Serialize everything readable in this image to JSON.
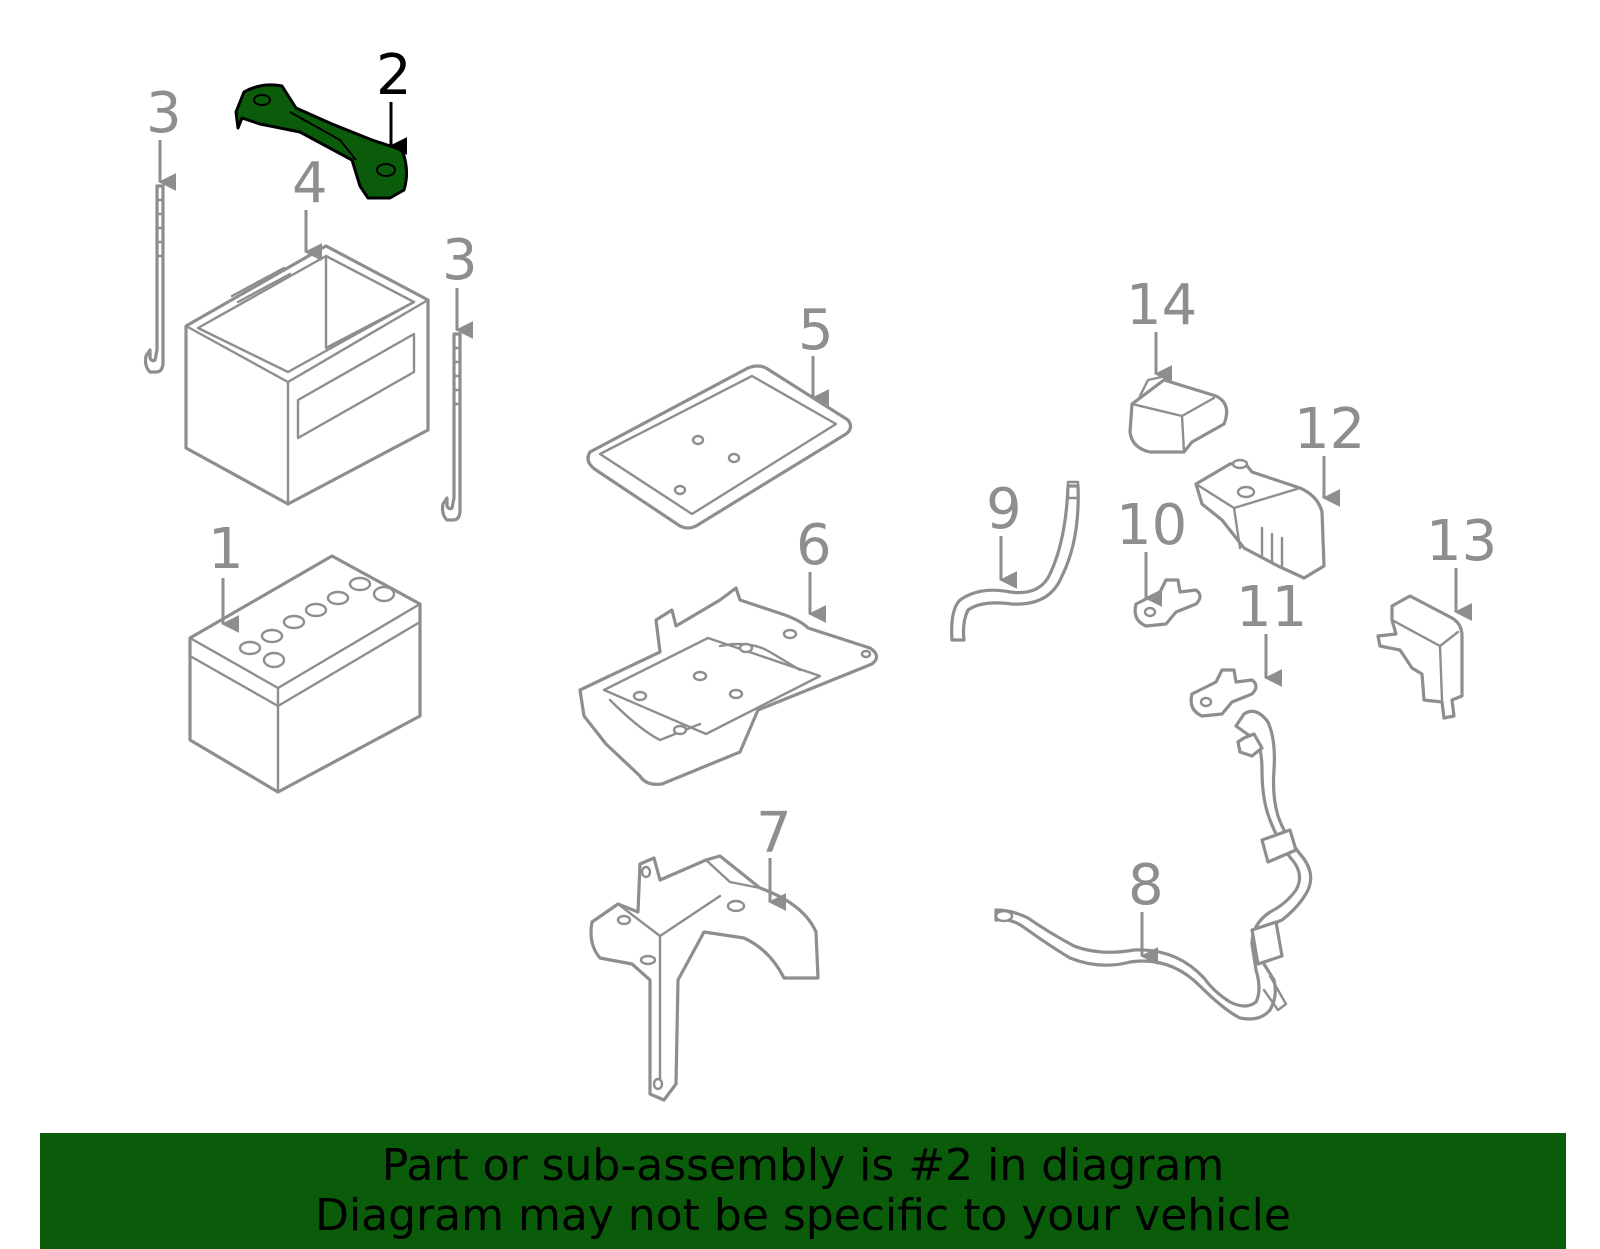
{
  "diagram": {
    "highlighted_callout": "2",
    "highlight_color": "#0a5c0a",
    "line_color": "#8e8e8e",
    "callouts": [
      {
        "id": "c1",
        "label": "1"
      },
      {
        "id": "c2",
        "label": "2"
      },
      {
        "id": "c3a",
        "label": "3"
      },
      {
        "id": "c3b",
        "label": "3"
      },
      {
        "id": "c4",
        "label": "4"
      },
      {
        "id": "c5",
        "label": "5"
      },
      {
        "id": "c6",
        "label": "6"
      },
      {
        "id": "c7",
        "label": "7"
      },
      {
        "id": "c8",
        "label": "8"
      },
      {
        "id": "c9",
        "label": "9"
      },
      {
        "id": "c10",
        "label": "10"
      },
      {
        "id": "c11",
        "label": "11"
      },
      {
        "id": "c12",
        "label": "12"
      },
      {
        "id": "c13",
        "label": "13"
      },
      {
        "id": "c14",
        "label": "14"
      }
    ]
  },
  "banner": {
    "line1": "Part or sub-assembly is #2 in diagram",
    "line2": "Diagram may not be specific to your vehicle",
    "background": "#0a5c0a"
  }
}
